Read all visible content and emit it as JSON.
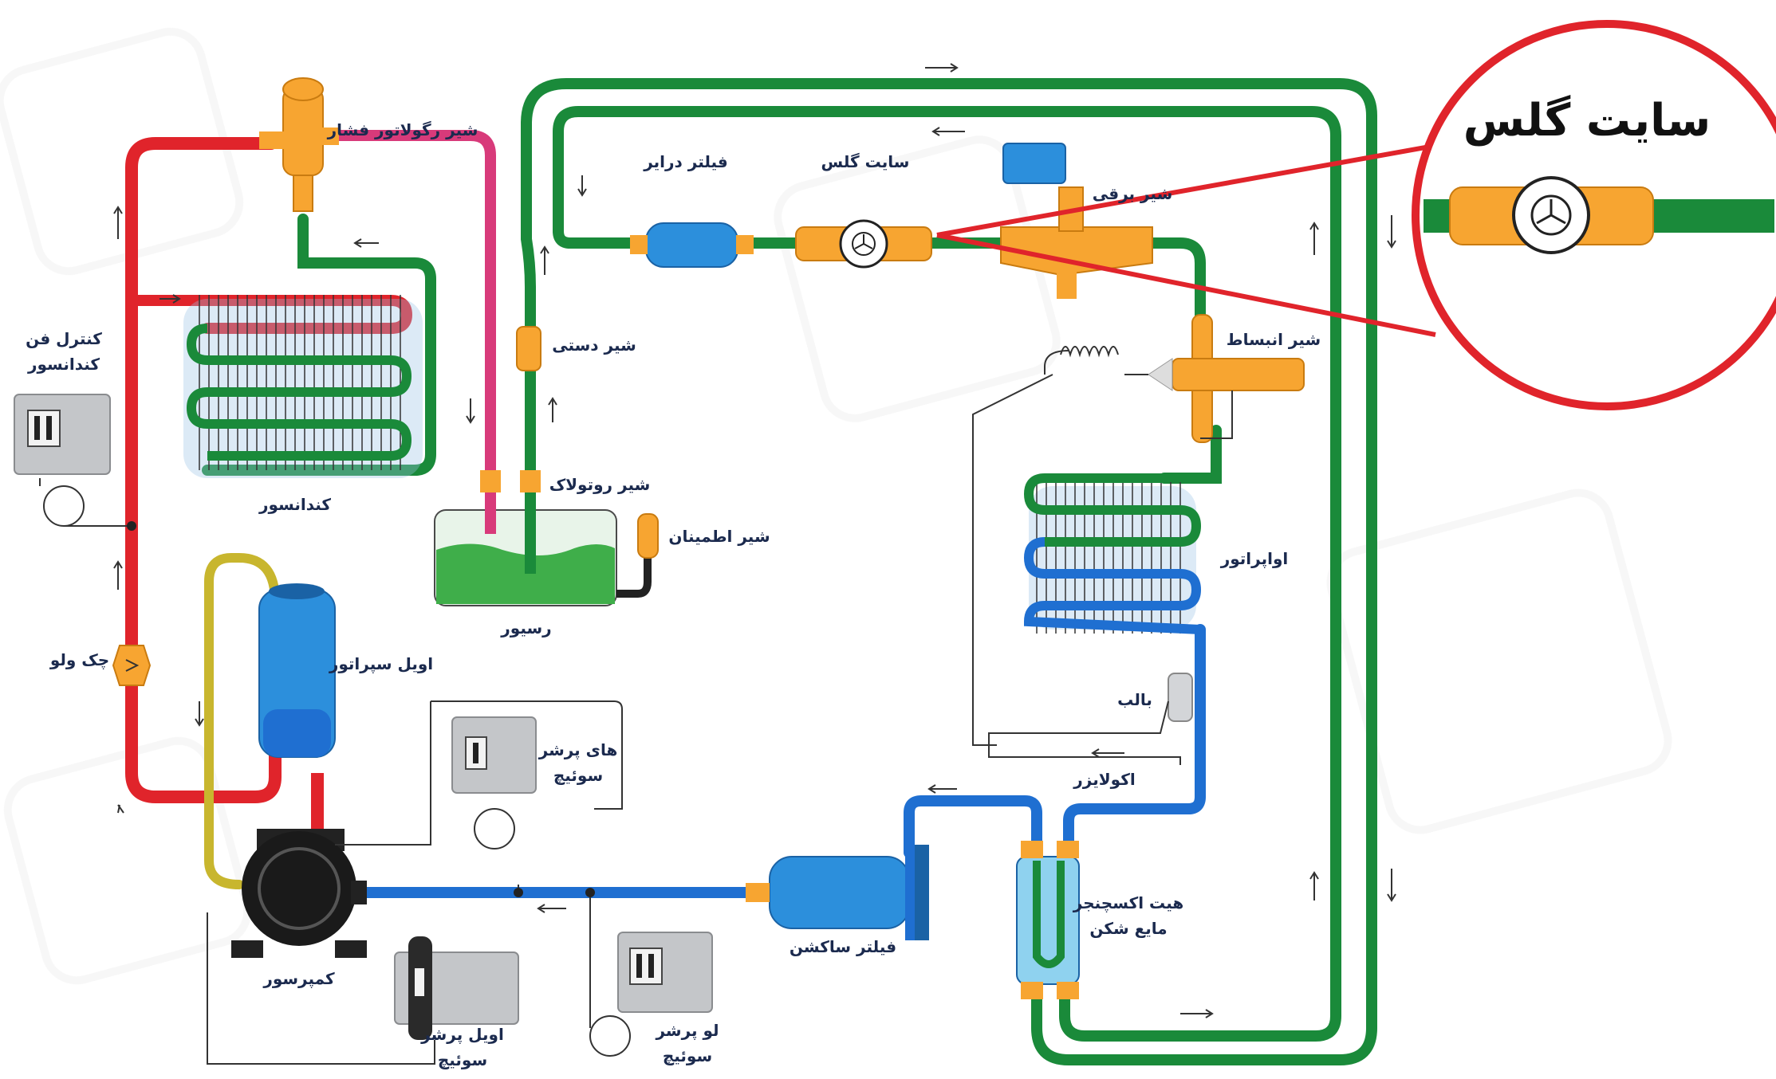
{
  "labels": {
    "pressure_regulator": "شیر رگولاتور فشار",
    "condenser": "کندانسور",
    "condenser_fan_control_1": "کنترل فن",
    "condenser_fan_control_2": "کندانسور",
    "filter_drier": "فیلتر درایر",
    "sight_glass": "سایت گلس",
    "solenoid_valve": "شیر برقی",
    "manual_valve": "شیر دستی",
    "expansion_valve": "شیر انبساط",
    "rotolock_valve": "شیر روتولاک",
    "safety_valve": "شیر اطمینان",
    "receiver": "رسیور",
    "evaporator": "اواپراتور",
    "check_valve": "چک ولو",
    "oil_separator": "اویل سپراتور",
    "high_pressure_switch_1": "های پرشر",
    "high_pressure_switch_2": "سوئیچ",
    "bulb": "بالب",
    "equalizer": "اکولایزر",
    "compressor": "کمپرسور",
    "suction_filter": "فیلتر ساکشن",
    "heat_exchanger_1": "هیت اکسچنجر",
    "heat_exchanger_2": "مایع شکن",
    "oil_pressure_switch_1": "اویل پرشر",
    "oil_pressure_switch_2": "سوئیچ",
    "low_pressure_switch_1": "لو پرشر",
    "low_pressure_switch_2": "سوئیچ",
    "zoom_title": "سایت گلس"
  },
  "colors": {
    "discharge_line": "#e0242b",
    "liquid_line": "#1a8a3a",
    "suction_line": "#1f6fd1",
    "hot_gas_line": "#d83a7a",
    "oil_line": "#c8b62e",
    "fitting": "#f7a531",
    "component_blue": "#2c8fdc",
    "switch_gray": "#c4c6c9",
    "zoom_circle": "#e0242b",
    "receiver_liquid": "#3fae4a",
    "label_text": "#1b2a4e"
  }
}
